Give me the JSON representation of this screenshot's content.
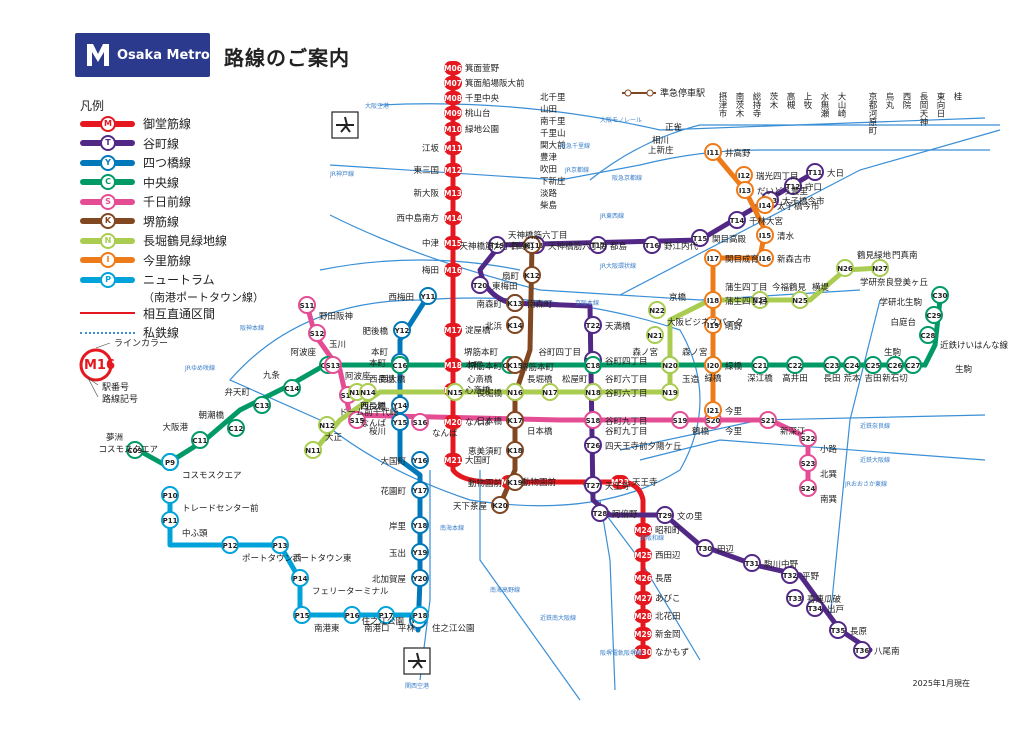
{
  "header": {
    "logo_text": "Osaka Metro",
    "title": "路線のご案内"
  },
  "legend": {
    "heading": "凡例",
    "lines": [
      {
        "code": "M",
        "name": "御堂筋線",
        "color": "#e5171f"
      },
      {
        "code": "T",
        "name": "谷町線",
        "color": "#522886"
      },
      {
        "code": "Y",
        "name": "四つ橋線",
        "color": "#0078ba"
      },
      {
        "code": "C",
        "name": "中央線",
        "color": "#019a66"
      },
      {
        "code": "S",
        "name": "千日前線",
        "color": "#e44d93"
      },
      {
        "code": "K",
        "name": "堺筋線",
        "color": "#814721"
      },
      {
        "code": "N",
        "name": "長堀鶴見緑地線",
        "color": "#a9cc51"
      },
      {
        "code": "I",
        "name": "今里筋線",
        "color": "#ee7b1a"
      },
      {
        "code": "P",
        "name": "ニュートラム",
        "color": "#00a3d9"
      }
    ],
    "nt_sub": "（南港ポートタウン線）",
    "through": "相互直通区間",
    "private": "私鉄線",
    "key_line_color": "ラインカラー",
    "key_station_no": "駅番号",
    "key_route_sym": "路線記号",
    "key_sample": "M16",
    "semi_express": "準急停車駅"
  },
  "date": "2025年1月現在",
  "stations": {
    "midosuji": [
      "箕面萱野",
      "箕面船場阪大前",
      "千里中央",
      "桃山台",
      "緑地公園",
      "江坂",
      "東三国",
      "新大阪",
      "西中島南方",
      "中津",
      "梅田",
      "淀屋橋",
      "本町",
      "心斎橋",
      "なんば",
      "大国町",
      "動物園前",
      "天王寺",
      "昭和町",
      "西田辺",
      "長居",
      "あびこ",
      "北花田",
      "新金岡",
      "なかもず"
    ],
    "midosuji_codes": [
      "M06",
      "M07",
      "M08",
      "M09",
      "M10",
      "M11",
      "M12",
      "M13",
      "M14",
      "M15",
      "M16",
      "M17",
      "M18",
      "M19",
      "M20",
      "M21",
      "M22",
      "M23",
      "M24",
      "M25",
      "M26",
      "M27",
      "M28",
      "M29",
      "M30"
    ],
    "tanimachi": [
      "大日",
      "守口",
      "太子橋今市",
      "千林大宮",
      "関目高殿",
      "野江内代",
      "都島",
      "天神橋筋六丁目",
      "中崎町",
      "東梅田",
      "南森町",
      "天満橋",
      "谷町四丁目",
      "谷町六丁目",
      "谷町九丁目",
      "四天王寺前夕陽ケ丘",
      "天王寺",
      "阿倍野",
      "文の里",
      "田辺",
      "駒川中野",
      "平野",
      "喜連瓜破",
      "出戸",
      "長原",
      "八尾南"
    ],
    "yotsubashi": [
      "西梅田",
      "肥後橋",
      "本町",
      "四つ橋",
      "なんば",
      "大国町",
      "花園町",
      "岸里",
      "玉出",
      "北加賀屋",
      "住之江公園"
    ],
    "chuo": [
      "夢洲",
      "コスモスクエア",
      "大阪港",
      "朝潮橋",
      "弁天町",
      "九条",
      "阿波座",
      "本町",
      "堺筋本町",
      "谷町四丁目",
      "森ノ宮",
      "緑橋",
      "深江橋",
      "高井田",
      "長田",
      "荒本",
      "吉田",
      "新石切",
      "生駒",
      "白庭台",
      "学研北生駒",
      "学研奈良登美ヶ丘"
    ],
    "sennichimae": [
      "野田阪神",
      "玉川",
      "阿波座",
      "西長堀",
      "桜川",
      "なんば",
      "日本橋",
      "谷町九丁目",
      "鶴橋",
      "今里",
      "新深江",
      "小路",
      "北巽",
      "南巽"
    ],
    "sakaisuji": [
      "天神橋筋六丁目",
      "扇町",
      "南森町",
      "北浜",
      "堺筋本町",
      "長堀橋",
      "日本橋",
      "恵美須町",
      "動物園前",
      "天下茶屋"
    ],
    "nagahori": [
      "大正",
      "ドーム前千代崎",
      "西長堀",
      "西大橋",
      "心斎橋",
      "長堀橋",
      "松屋町",
      "谷町六丁目",
      "玉造",
      "森ノ宮",
      "大阪ビジネスパーク",
      "京橋",
      "蒲生四丁目",
      "今福鶴見",
      "横堤",
      "鶴見緑地",
      "門真南"
    ],
    "imazatosuji": [
      "井高野",
      "瑞光四丁目",
      "だいどう豊里",
      "太子橋今市",
      "清水",
      "新森古市",
      "関目成育",
      "蒲生四丁目",
      "鴫野",
      "緑橋",
      "今里"
    ],
    "newtram": [
      "コスモスクエア",
      "トレードセンター前",
      "中ふ頭",
      "ポートタウン西",
      "ポートタウン東",
      "フェリーターミナル",
      "南港東",
      "南港口",
      "平林",
      "住之江公園"
    ]
  },
  "places": {
    "north": [
      "北千里",
      "山田",
      "南千里",
      "千里山",
      "関大前",
      "豊津",
      "吹田",
      "下新庄",
      "淡路",
      "柴島"
    ],
    "keihan": [
      "京都河原町",
      "烏丸",
      "西院",
      "長岡天神",
      "東向日",
      "桂"
    ],
    "jr_kyoto": [
      "摂津市",
      "南茨木",
      "総持寺",
      "茨木",
      "高槻",
      "上牧",
      "水無瀬",
      "大山崎"
    ],
    "misc": [
      "正雀",
      "相川",
      "上新庄",
      "近鉄けいはんな線",
      "生駒",
      "堺筋本町",
      "天神橋筋六丁目"
    ],
    "airport_top": "大阪空港",
    "airport_bottom": "関西空港",
    "railways": [
      "大阪モノレール",
      "阪急千里線",
      "阪急京都線",
      "JR京都線",
      "JR東西線",
      "JR大阪環状線",
      "京阪本線",
      "近鉄奈良線",
      "近鉄大阪線",
      "南海本線",
      "南海高野線",
      "JR阪和線",
      "阪堺電軌阪堺線",
      "近鉄南大阪線",
      "JRおおさか東線",
      "阪神本線",
      "JR神戸線",
      "JRゆめ咲線"
    ]
  },
  "colors": {
    "metro_blue": "#2b3a8c",
    "private_line": "#3a8fd6"
  }
}
